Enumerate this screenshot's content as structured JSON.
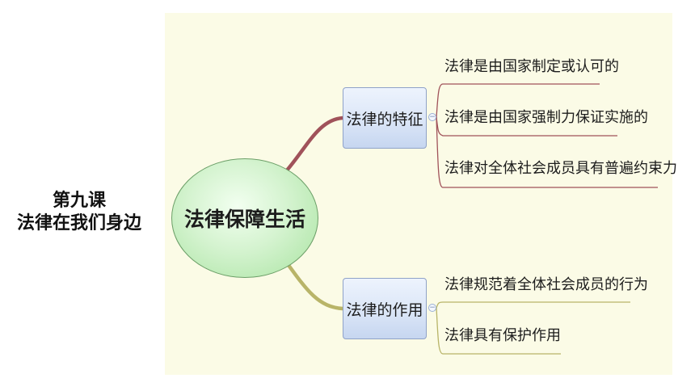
{
  "lesson": {
    "number": "第九课",
    "title": "法律在我们身边"
  },
  "mindmap": {
    "root": "法律保障生活",
    "branches": [
      {
        "label": "法律的特征",
        "children": [
          "法律是由国家制定或认可的",
          "法律是由国家强制力保证实施的",
          "法律对全体社会成员具有普遍约束力"
        ]
      },
      {
        "label": "法律的作用",
        "children": [
          "法律规范着全体社会成员的行为",
          "法律具有保护作用"
        ]
      }
    ]
  },
  "colors": {
    "panel_background": "#fbfbe6",
    "root_fill": "#c8efc2",
    "branch_fill": "#dbe6f7",
    "connector_top": "#a0525a",
    "connector_bottom": "#b8b468"
  }
}
